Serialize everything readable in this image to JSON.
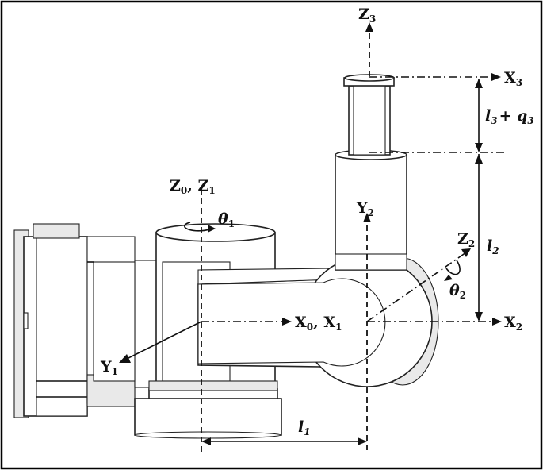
{
  "diagram": {
    "labels": {
      "z0": "Z",
      "z0_sub": "0",
      "z0_sep": ", ",
      "z1": "Z",
      "z1_sub": "1",
      "z2": "Z",
      "z2_sub": "2",
      "z3": "Z",
      "z3_sub": "3",
      "x0": "X",
      "x0_sub": "0",
      "x0_sep": ", ",
      "x1": "X",
      "x1_sub": "1",
      "x2": "X",
      "x2_sub": "2",
      "x3": "X",
      "x3_sub": "3",
      "y1": "Y",
      "y1_sub": "1",
      "y2": "Y",
      "y2_sub": "2",
      "theta1": "θ",
      "theta1_sub": "1",
      "theta2": "θ",
      "theta2_sub": "2",
      "l1": "l",
      "l1_sub": "1",
      "l2": "l",
      "l2_sub": "2",
      "l3": "l",
      "l3_sub": "3",
      "plus": "+ ",
      "q3": "q",
      "q3_sub": "3"
    },
    "colors": {
      "line": "#111111",
      "shade": "#e9e9e9",
      "frame": "#000000"
    }
  }
}
